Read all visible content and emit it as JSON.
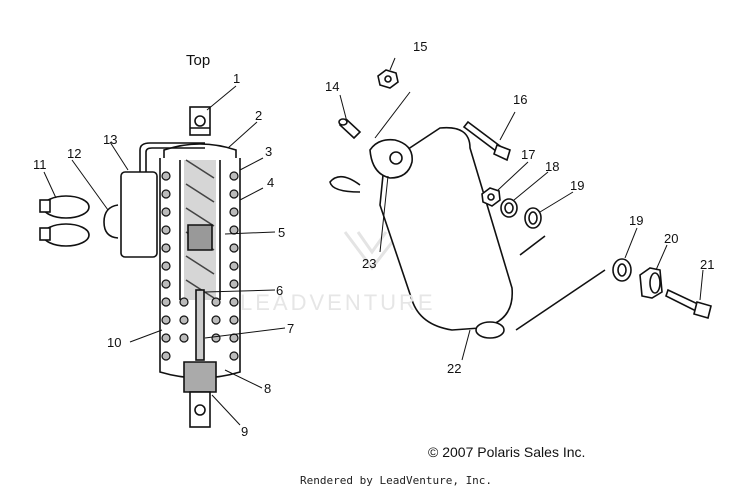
{
  "diagram": {
    "view_label": "Top",
    "watermark": "LEADVENTURE",
    "copyright": "© 2007 Polaris Sales Inc.",
    "rendered_by": "Rendered by LeadVenture, Inc.",
    "callouts": [
      {
        "id": "c1",
        "text": "1"
      },
      {
        "id": "c2",
        "text": "2"
      },
      {
        "id": "c3",
        "text": "3"
      },
      {
        "id": "c4",
        "text": "4"
      },
      {
        "id": "c5",
        "text": "5"
      },
      {
        "id": "c6",
        "text": "6"
      },
      {
        "id": "c7",
        "text": "7"
      },
      {
        "id": "c8",
        "text": "8"
      },
      {
        "id": "c9",
        "text": "9"
      },
      {
        "id": "c10",
        "text": "10"
      },
      {
        "id": "c11",
        "text": "11"
      },
      {
        "id": "c12",
        "text": "12"
      },
      {
        "id": "c13",
        "text": "13"
      },
      {
        "id": "c14",
        "text": "14"
      },
      {
        "id": "c15",
        "text": "15"
      },
      {
        "id": "c16",
        "text": "16"
      },
      {
        "id": "c17",
        "text": "17"
      },
      {
        "id": "c18",
        "text": "18"
      },
      {
        "id": "c19a",
        "text": "19"
      },
      {
        "id": "c19b",
        "text": "19"
      },
      {
        "id": "c20",
        "text": "20"
      },
      {
        "id": "c21",
        "text": "21"
      },
      {
        "id": "c22",
        "text": "22"
      },
      {
        "id": "c23",
        "text": "23"
      }
    ]
  }
}
